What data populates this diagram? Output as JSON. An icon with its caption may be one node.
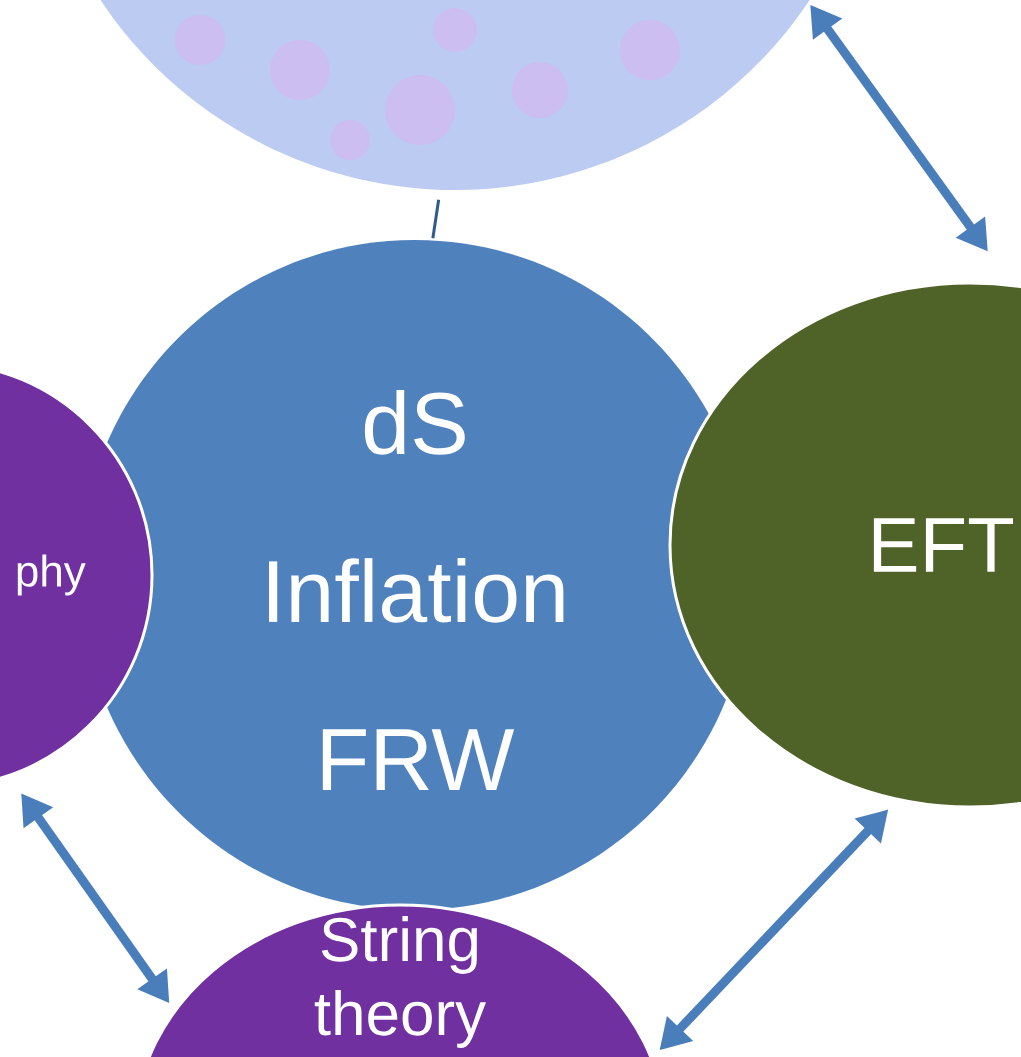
{
  "diagram": {
    "nodes": [
      {
        "text": [],
        "shape": "circle"
      },
      {
        "text": [
          "dS Inflation FRW"
        ]
      },
      {
        "text": [
          "phy"
        ]
      },
      {
        "text": [
          "EFT"
        ]
      },
      {
        "text": [
          "String theory"
        ]
      }
    ],
    "edges": [
      {
        "from": 0,
        "to": 1,
        "arrow": "none",
        "color": "#2e5c8a"
      },
      {
        "from": 0,
        "to": 3,
        "arrow": "both"
      },
      {
        "from": 2,
        "to": 4,
        "arrow": "both"
      },
      {
        "from": 4,
        "to": 3,
        "arrow": "both"
      }
    ]
  }
}
